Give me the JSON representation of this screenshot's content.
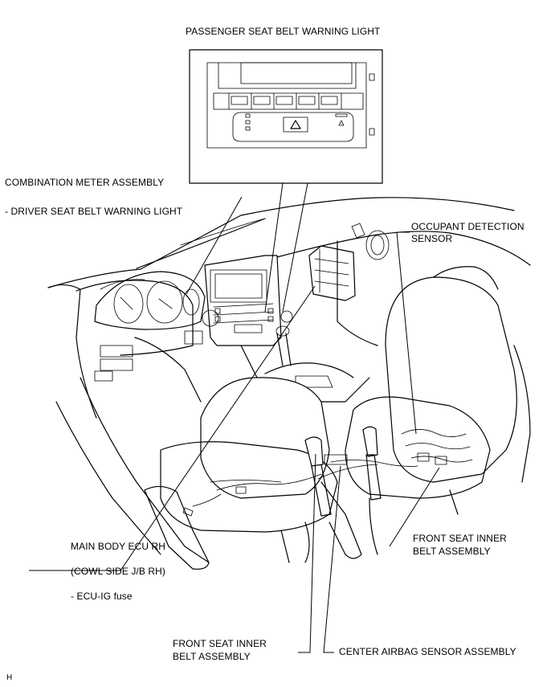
{
  "labels": {
    "passenger_light": "PASSENGER SEAT BELT WARNING LIGHT",
    "combination_meter": "COMBINATION METER ASSEMBLY",
    "driver_light": "- DRIVER SEAT BELT WARNING LIGHT",
    "occupant_sensor_1": "OCCUPANT DETECTION",
    "occupant_sensor_2": "SENSOR",
    "main_body_ecu": "MAIN BODY ECU RH",
    "cowl_side": "(COWL SIDE J/B RH)",
    "ecu_ig_fuse": "- ECU-IG fuse",
    "front_belt_right_1": "FRONT SEAT INNER",
    "front_belt_right_2": "BELT ASSEMBLY",
    "front_belt_bottom_1": "FRONT SEAT INNER",
    "front_belt_bottom_2": "BELT ASSEMBLY",
    "center_airbag": "CENTER AIRBAG SENSOR ASSEMBLY",
    "corner_mark": "H"
  }
}
